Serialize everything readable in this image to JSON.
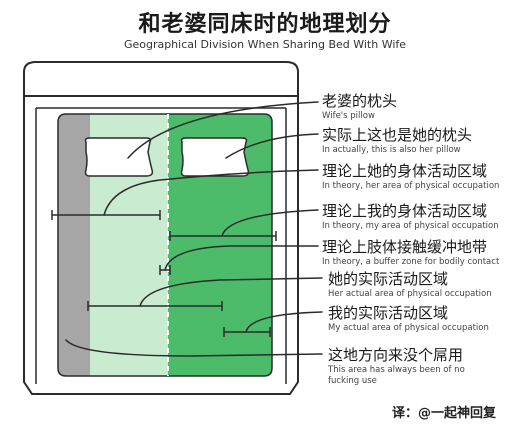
{
  "title": "和老婆同床时的地理划分",
  "subtitle": "Geographical Division When Sharing Bed With Wife",
  "labels": [
    {
      "cn": "老婆的枕头",
      "en": "Wife's pillow"
    },
    {
      "cn": "实际上这也是她的枕头",
      "en": "In actually, this is also her pillow"
    },
    {
      "cn": "理论上她的身体活动区域",
      "en": "In theory, her area of physical occupation"
    },
    {
      "cn": "理论上我的身体活动区域",
      "en": "In theory, my area of physical occupation"
    },
    {
      "cn": "理论上肢体接触缓冲地带",
      "en": "In theory, a buffer zone for bodily contact"
    },
    {
      "cn": "她的实际活动区域",
      "en": "Her actual area of physical occupation"
    },
    {
      "cn": "我的实际活动区域",
      "en": "My actual area of physical occupation"
    },
    {
      "cn": "这地方向来没个屌用",
      "en": "This area has always been of no fucking use"
    }
  ],
  "credit": "译：@一起神回复",
  "colors": {
    "unused_zone": "#a6a6a6",
    "her_light_zone": "#c9ebcf",
    "my_zone": "#4cbb6a",
    "pillow": "#ffffff",
    "outline": "#2b2b2b"
  }
}
